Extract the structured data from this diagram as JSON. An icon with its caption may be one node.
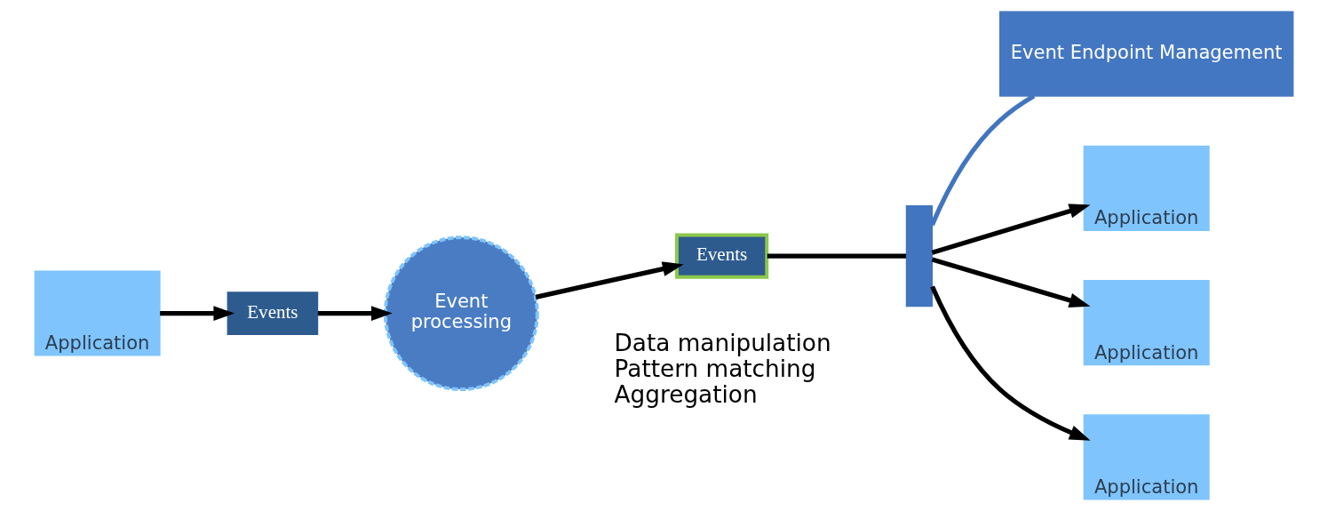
{
  "diagram": {
    "nodes": [
      {
        "text": [
          "Application"
        ]
      },
      {
        "text": [
          "Events"
        ]
      },
      {
        "text": [
          "Event",
          "processing"
        ]
      },
      {
        "text": [
          "Events"
        ]
      },
      {
        "text": [],
        "shape": "bar"
      },
      {
        "text": [
          "Event Endpoint Management"
        ]
      },
      {
        "text": [
          "Application"
        ]
      },
      {
        "text": [
          "Application"
        ]
      },
      {
        "text": [
          "Application"
        ]
      }
    ],
    "edges": [
      {
        "from": 0,
        "to": 1,
        "arrow": "to"
      },
      {
        "from": 1,
        "to": 2,
        "arrow": "to"
      },
      {
        "from": 2,
        "to": 3,
        "arrow": "to"
      },
      {
        "from": 3,
        "to": 4,
        "arrow": "none"
      },
      {
        "from": 4,
        "to": 6,
        "arrow": "to"
      },
      {
        "from": 4,
        "to": 7,
        "arrow": "to"
      },
      {
        "from": 4,
        "to": 8,
        "arrow": "to"
      },
      {
        "from": 4,
        "to": 5,
        "arrow": "none",
        "color": "#4275c0"
      }
    ],
    "labels": [
      "Data manipulation",
      "Pattern matching",
      "Aggregation"
    ]
  }
}
